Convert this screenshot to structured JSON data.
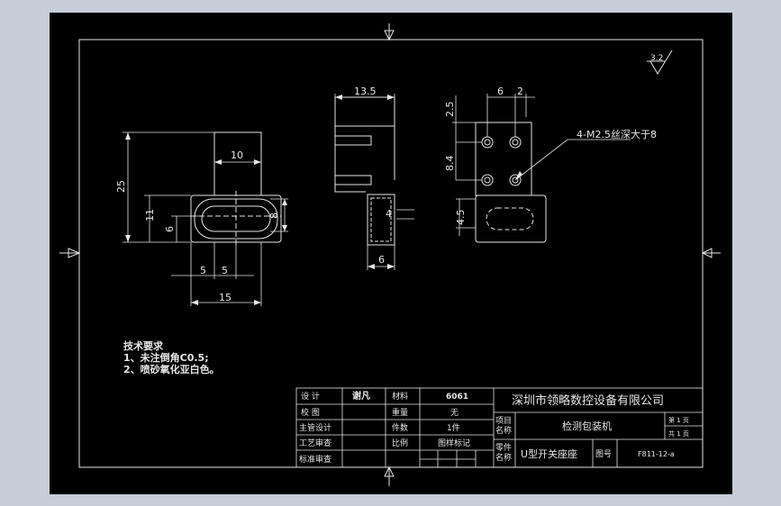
{
  "drawing": {
    "roughness": "3.2",
    "dimensions": {
      "d10": "10",
      "d25": "25",
      "d11": "11",
      "d6a": "6",
      "d8": "8",
      "d5a": "5",
      "d5b": "5",
      "d15": "15",
      "d13_5": "13.5",
      "d4": "4",
      "d6b": "6",
      "d6c": "6",
      "d2": "2",
      "d2_5": "2.5",
      "d8_4": "8.4",
      "d4_5": "4.5"
    },
    "callout": "4-M2.5丝深大于8",
    "notes": {
      "title": "技术要求",
      "line1": "1、未注倒角C0.5;",
      "line2": "2、喷砂氧化亚白色。"
    }
  },
  "title_block": {
    "design_label": "设  计",
    "designer": "谢凡",
    "material_label": "材料",
    "material": "6061",
    "check_label": "校  图",
    "weight_label": "重量",
    "weight": "无",
    "chief_label": "主管设计",
    "count_label": "件数",
    "count": "1件",
    "process_label": "工艺审查",
    "scale_label": "比例",
    "drawing_mark_label": "图样标记",
    "std_label": "标准审查",
    "company": "深圳市领略数控设备有限公司",
    "project_label_1": "项目",
    "project_label_2": "名称",
    "project_name": "检测包装机",
    "part_label_1": "零件",
    "part_label_2": "名称",
    "part_name": "U型开关座座",
    "drawing_no_label": "图号",
    "drawing_no": "F811-12-a",
    "sheet_label": "第 1 页",
    "total_label": "共 1 页"
  }
}
